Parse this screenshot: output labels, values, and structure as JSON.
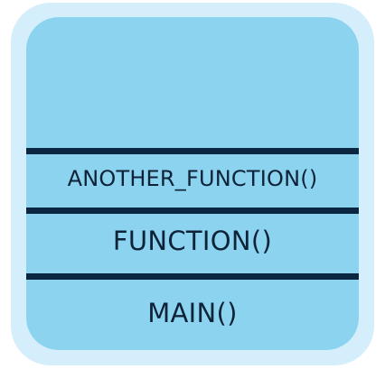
{
  "stack_frames": [
    {
      "label": "ANOTHER_FUNCTION()"
    },
    {
      "label": "FUNCTION()"
    },
    {
      "label": "MAIN()"
    }
  ],
  "colors": {
    "outer_frame": "#d5eefb",
    "stack_fill": "#8cd3ef",
    "divider": "#0b2640",
    "text": "#0e2238"
  }
}
